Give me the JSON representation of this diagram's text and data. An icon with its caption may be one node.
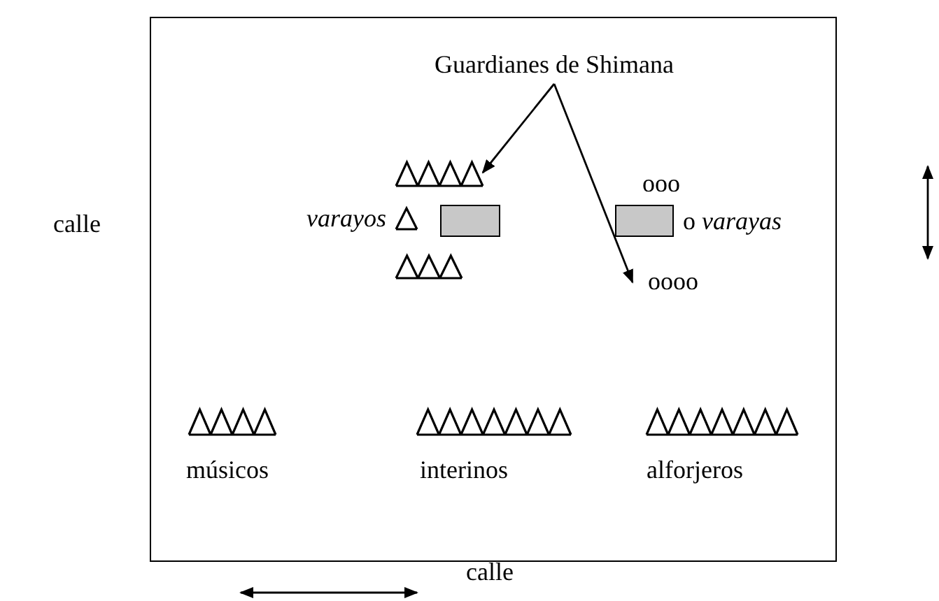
{
  "diagram": {
    "nodes": [
      {
        "text": [
          "Guardianes de Shimana"
        ]
      },
      {
        "text": [],
        "shape": "picture"
      },
      {
        "text": [
          "oooo"
        ]
      }
    ],
    "edges": [
      {
        "from": 0,
        "to": 1,
        "arrow": "to"
      },
      {
        "from": 0,
        "to": 2,
        "arrow": "to"
      }
    ],
    "labels": [
      "calle",
      "ooo",
      "varayos",
      "o *varayas*",
      "músicos",
      "interinos",
      "alforjeros",
      "calle"
    ]
  }
}
